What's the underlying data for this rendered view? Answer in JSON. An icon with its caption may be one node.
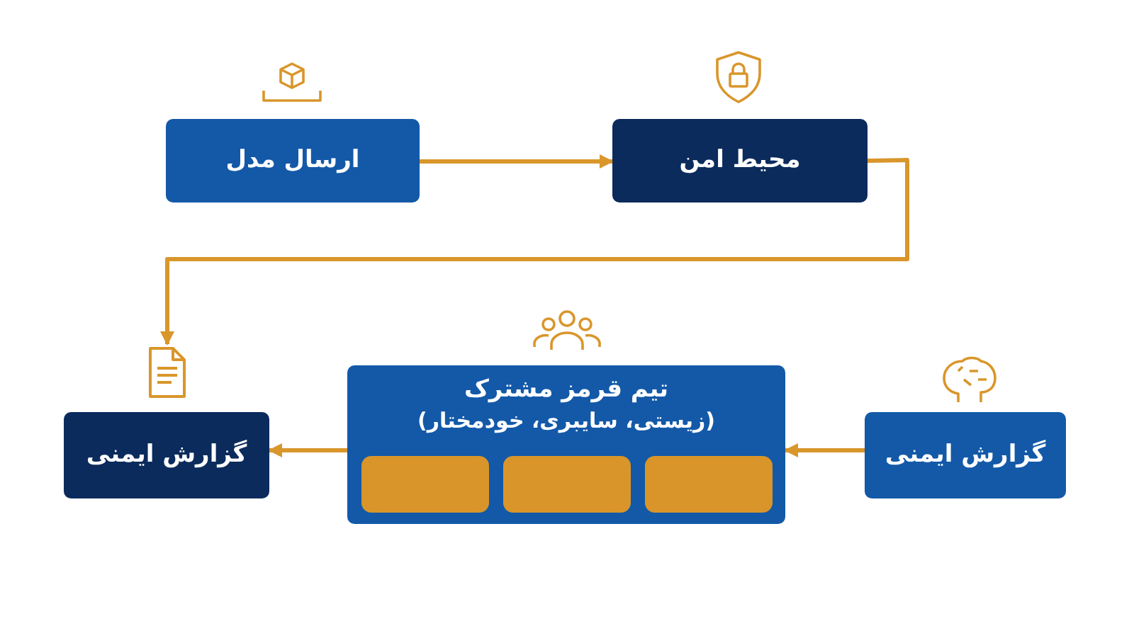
{
  "diagram": {
    "nodes": [
      {
        "text": [
          "ارسال مدل"
        ]
      },
      {
        "text": [
          "محیط امن"
        ]
      },
      {
        "text": [],
        "shape": "document"
      },
      {
        "text": [
          "گزارش ایمنی"
        ]
      },
      {
        "text": [
          "تیم قرمز مشترک",
          "(زیستی، سایبری، خودمختار)"
        ]
      },
      {
        "text": [],
        "shape": "box",
        "in": 4
      },
      {
        "text": [],
        "shape": "box",
        "in": 4
      },
      {
        "text": [],
        "shape": "box",
        "in": 4
      },
      {
        "text": [
          "گزارش ایمنی"
        ]
      }
    ],
    "edges": [
      {
        "from": 0,
        "to": 1,
        "arrow": "to"
      },
      {
        "from": 1,
        "to": 2,
        "arrow": "to"
      },
      {
        "from": 4,
        "to": 3,
        "arrow": "to"
      },
      {
        "from": 8,
        "to": 4,
        "arrow": "to"
      }
    ]
  }
}
